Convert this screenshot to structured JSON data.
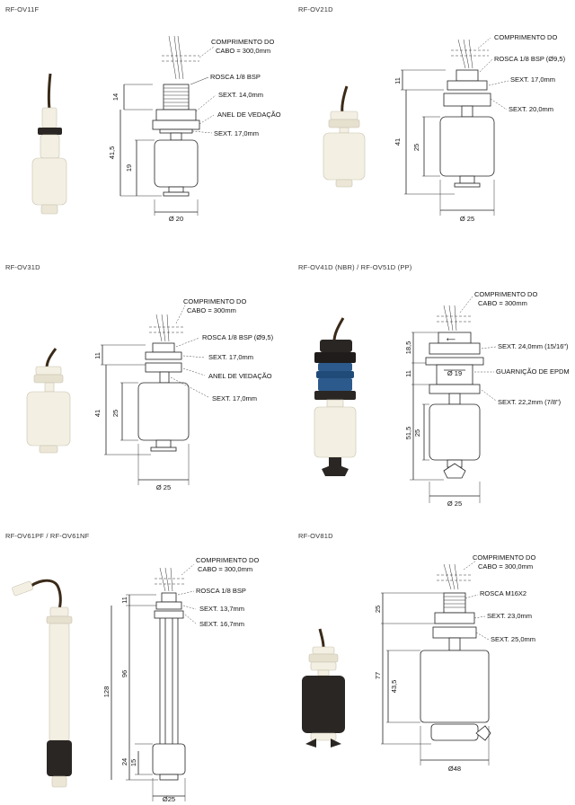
{
  "panels": [
    {
      "model": "RF-OV11F",
      "callouts": [
        "COMPRIMENTO DO",
        "CABO = 300,0mm",
        "ROSCA 1/8 BSP",
        "SEXT. 14,0mm",
        "ANEL DE VEDAÇÃO",
        "SEXT. 17,0mm"
      ],
      "dims": [
        "14",
        "41,5",
        "19",
        "Ø 20"
      ]
    },
    {
      "model": "RF-OV21D",
      "callouts": [
        "COMPRIMENTO DO",
        "ROSCA 1/8 BSP (Ø9,5)",
        "SEXT. 17,0mm",
        "SEXT. 20,0mm"
      ],
      "dims": [
        "11",
        "41",
        "25",
        "Ø 25"
      ]
    },
    {
      "model": "RF-OV31D",
      "callouts": [
        "COMPRIMENTO DO",
        "CABO = 300mm",
        "ROSCA 1/8 BSP (Ø9,5)",
        "SEXT. 17,0mm",
        "ANEL DE VEDAÇÃO",
        "SEXT. 17,0mm"
      ],
      "dims": [
        "11",
        "41",
        "25",
        "Ø 25"
      ]
    },
    {
      "model": "RF-OV41D (NBR) / RF-OV51D (PP)",
      "callouts": [
        "COMPRIMENTO DO",
        "CABO = 300mm",
        "SEXT. 24,0mm (15/16\")",
        "GUARNIÇÃO DE EPDM",
        "SEXT. 22,2mm (7/8\")"
      ],
      "dims": [
        "18,5",
        "11",
        "Ø 19",
        "51,5",
        "25",
        "Ø 25"
      ]
    },
    {
      "model": "RF-OV61PF / RF-OV61NF",
      "callouts": [
        "COMPRIMENTO DO",
        "CABO = 300,0mm",
        "ROSCA 1/8 BSP",
        "SEXT. 13,7mm",
        "SEXT. 16,7mm"
      ],
      "dims": [
        "11",
        "128",
        "96",
        "24",
        "15",
        "Ø25"
      ]
    },
    {
      "model": "RF-OV81D",
      "callouts": [
        "COMPRIMENTO DO",
        "CABO = 300,0mm",
        "ROSCA M16X2",
        "SEXT. 23,0mm",
        "SEXT. 25,0mm"
      ],
      "dims": [
        "25",
        "77",
        "43,5",
        "Ø48"
      ]
    }
  ],
  "colors": {
    "line": "#222222",
    "white_plastic": "#f3efe2",
    "black_plastic": "#2a2624",
    "blue_gasket": "#2d5a8c",
    "cable": "#3a2a18"
  }
}
